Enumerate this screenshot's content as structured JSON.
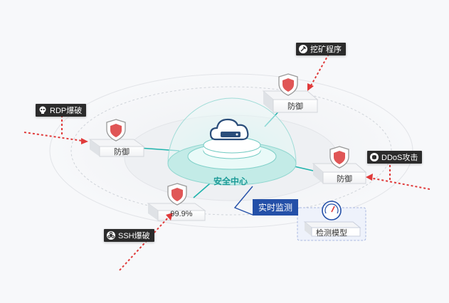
{
  "threats": {
    "mining": "挖矿程序",
    "rdp": "RDP爆破",
    "ddos": "DDoS攻击",
    "ssh": "SSH爆破"
  },
  "nodes": {
    "top": "防御",
    "left": "防御",
    "right": "防御",
    "bottom": "99.9%"
  },
  "center": {
    "label": "安全中心"
  },
  "monitor": {
    "label": "实时监测",
    "model_label": "检测模型"
  },
  "colors": {
    "threat_red": "#e03a3a",
    "teal": "#1fb3ac",
    "blue": "#2450a8"
  }
}
